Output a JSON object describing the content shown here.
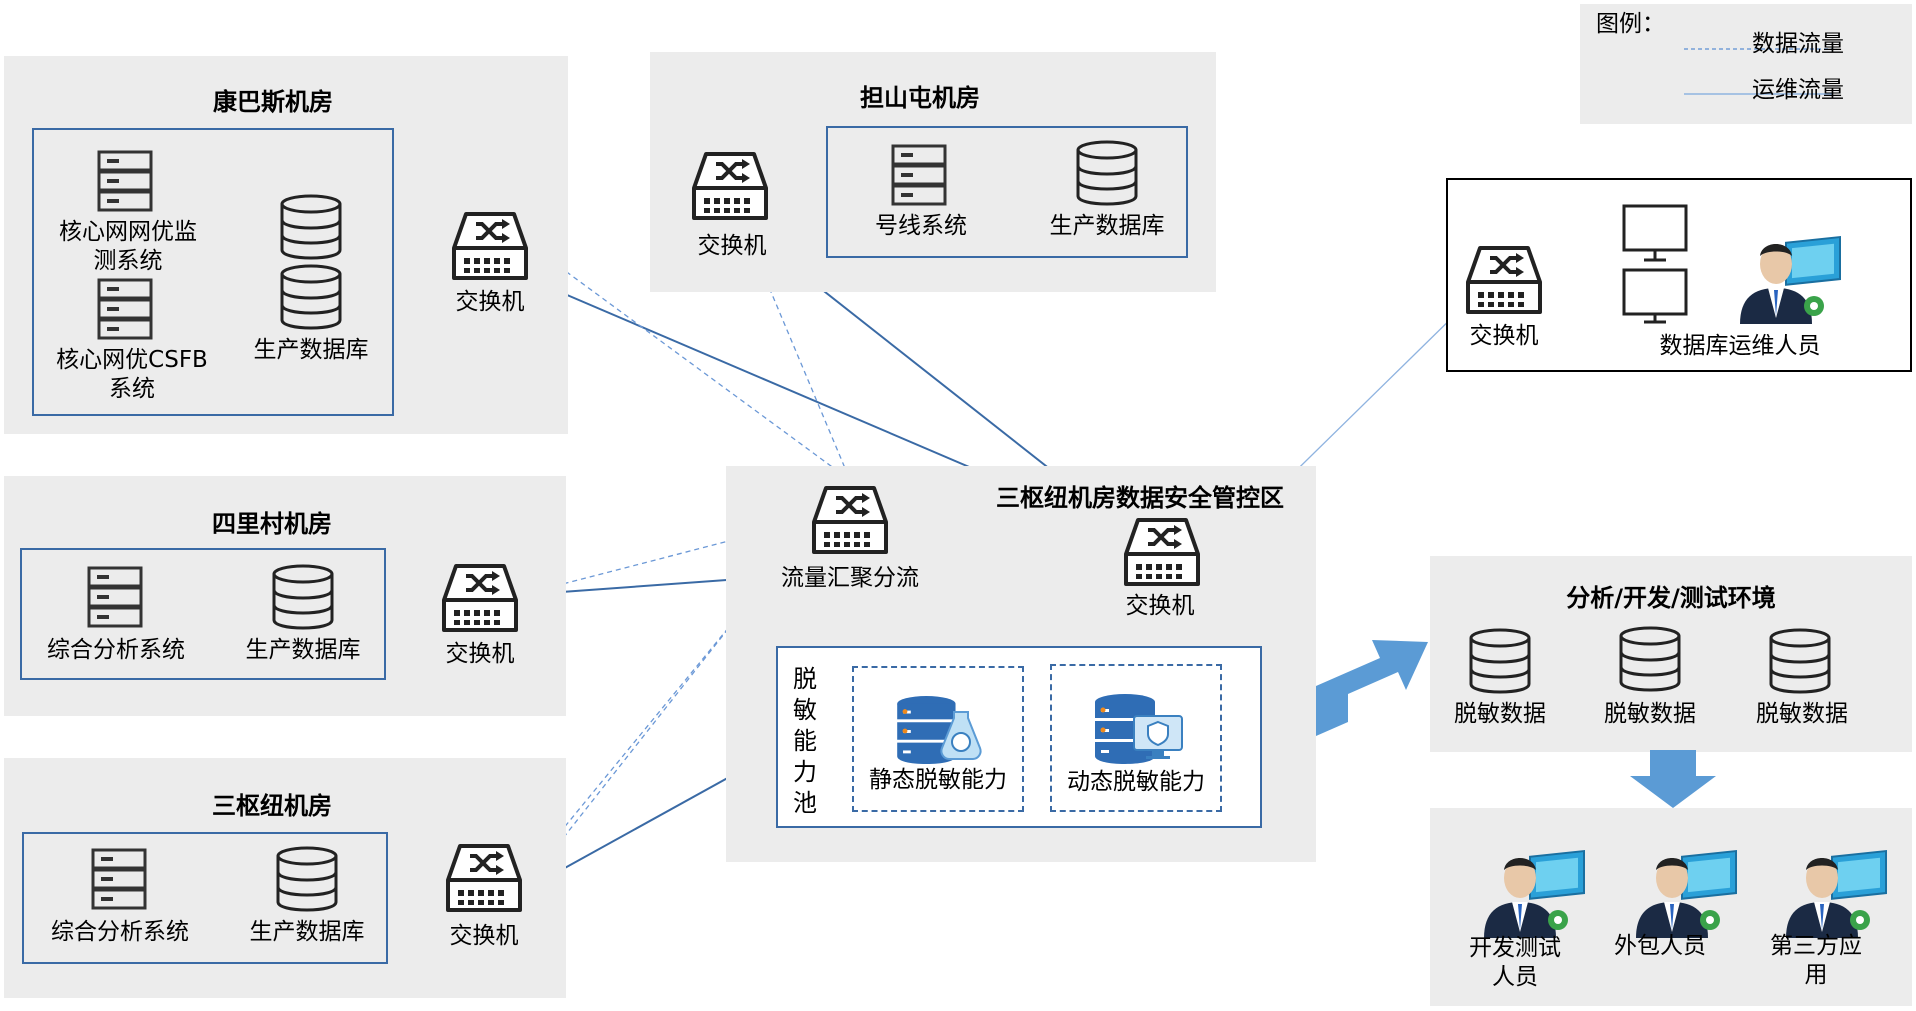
{
  "legend": {
    "title": "图例：",
    "data_flow": "数据流量",
    "ops_flow": "运维流量",
    "data_color": "#5b8fd1",
    "ops_color": "#8fb3e0"
  },
  "rooms": {
    "kangbasi": {
      "title": "康巴斯机房",
      "sys1": "核心网网优监测系统",
      "sys2": "核心网优CSFB系统",
      "db": "生产数据库",
      "switch": "交换机"
    },
    "danshantun": {
      "title": "担山屯机房",
      "sys": "号线系统",
      "db": "生产数据库",
      "switch": "交换机"
    },
    "silicun": {
      "title": "四里村机房",
      "sys": "综合分析系统",
      "db": "生产数据库",
      "switch": "交换机"
    },
    "sanshuniu": {
      "title": "三枢纽机房",
      "sys": "综合分析系统",
      "db": "生产数据库",
      "switch": "交换机"
    }
  },
  "control": {
    "title": "三枢纽机房数据安全管控区",
    "aggregator": "流量汇聚分流",
    "switch": "交换机",
    "pool_label": "脱敏能力池",
    "static": "静态脱敏能力",
    "dynamic": "动态脱敏能力"
  },
  "ops": {
    "switch": "交换机",
    "people": "数据库运维人员"
  },
  "analysis": {
    "title": "分析/开发/测试环境",
    "db1": "脱敏数据",
    "db2": "脱敏数据",
    "db3": "脱敏数据"
  },
  "users": {
    "u1": "开发测试人员",
    "u2": "外包人员",
    "u3": "第三方应用"
  },
  "colors": {
    "solid_line": "#3a6aa5",
    "panel_bg": "#ececec",
    "arrow": "#5b9bd5"
  }
}
